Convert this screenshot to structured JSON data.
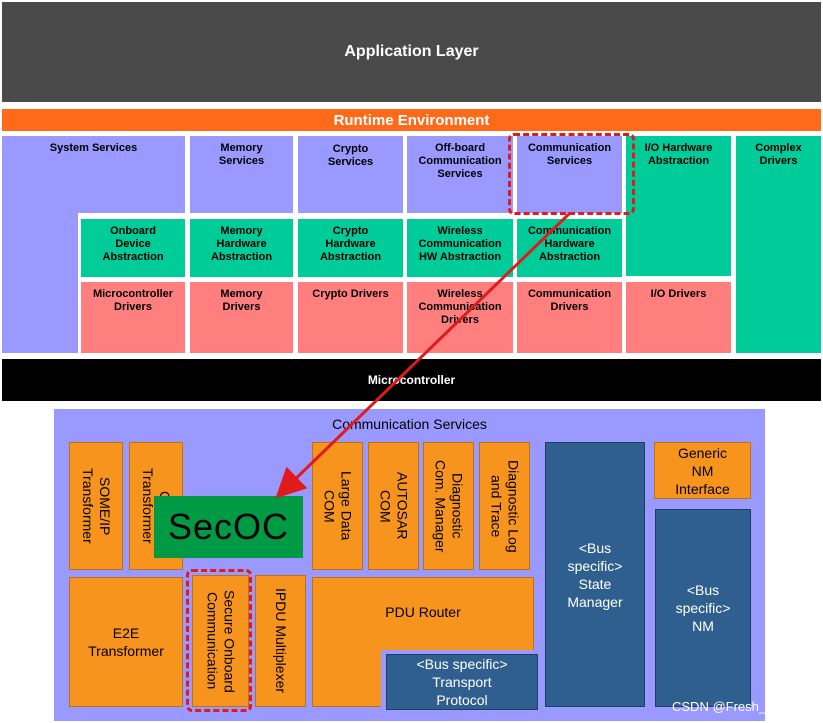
{
  "top_stack": {
    "application_layer": "Application Layer",
    "runtime_environment": "Runtime Environment",
    "microcontroller": "Microcontroller",
    "services": {
      "system": "System Services",
      "memory": "Memory\nServices",
      "crypto": "Crypto\nServices",
      "offboard": "Off-board\nCommunication\nServices",
      "communication": "Communication\nServices",
      "io_hw": "I/O Hardware\nAbstraction",
      "complex": "Complex\nDrivers"
    },
    "abstraction": {
      "onboard": "Onboard\nDevice\nAbstraction",
      "memory_hw": "Memory\nHardware\nAbstraction",
      "crypto_hw": "Crypto\nHardware\nAbstraction",
      "wireless_hw": "Wireless\nCommunication\nHW Abstraction",
      "comm_hw": "Communication\nHardware\nAbstraction"
    },
    "drivers": {
      "mcu": "Microcontroller\nDrivers",
      "memory": "Memory\nDrivers",
      "crypto": "Crypto Drivers",
      "wireless": "Wireless\nCommunication\nDrivers",
      "comm": "Communication\nDrivers",
      "io": "I/O Drivers"
    }
  },
  "comm_detail": {
    "title": "Communication Services",
    "someip": "SOME/IP\nTransformer",
    "com_transformer": "Com\nTransformer",
    "large_data_com": "Large Data\nCOM",
    "autosar_com": "AUTOSAR\nCOM",
    "diag_com_manager": "Diagnostic\nCom. Manager",
    "diag_log_trace": "Diagnostic Log\nand Trace",
    "state_manager": "<Bus\nspecific>\nState\nManager",
    "generic_nm": "Generic\nNM\nInterface",
    "bus_nm": "<Bus\nspecific>\nNM",
    "e2e": "E2E\nTransformer",
    "secoc_long": "Secure Onboard\nCommunication",
    "ipdu_mux": "IPDU Multiplexer",
    "pdu_router": "PDU Router",
    "transport": "<Bus specific>\nTransport\nProtocol",
    "secoc_label": "SecOC"
  },
  "watermark": "CSDN @Fresh__flash",
  "colors": {
    "app_layer": "#4a4a4a",
    "rte": "#ff6a1a",
    "services": "#9999ff",
    "abstraction": "#00cc99",
    "drivers": "#ff7f7f",
    "orange_module": "#f7941d",
    "navy_module": "#2f5f8f",
    "secoc_green": "#009944",
    "highlight_red": "#e01b1b"
  }
}
